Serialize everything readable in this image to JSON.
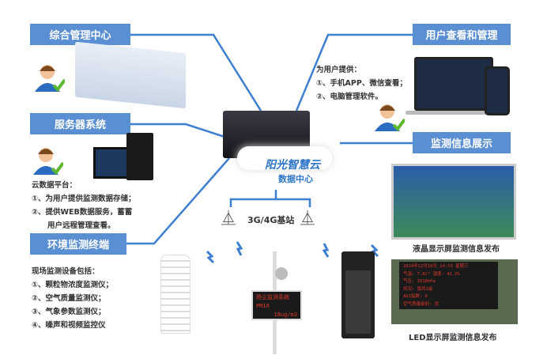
{
  "center": {
    "brand": "阳光智慧云",
    "subtitle": "数据中心",
    "base_station": "3G/4G基站"
  },
  "sections": {
    "management": {
      "title": "综合管理中心"
    },
    "server": {
      "title": "服务器系统",
      "intro": "云数据平台：",
      "items": [
        "①、为用户提供监测数据存储；",
        "②、提供WEB数据服务，蓄蓄",
        "用户远程管理查看。"
      ]
    },
    "terminal": {
      "title": "环境监测终端",
      "intro": "现场监测设备包括：",
      "items": [
        "①、颗粒物浓度监测仪；",
        "②、空气质量监测仪；",
        "③、气象参数监测仪；",
        "④、噪声和视频监控仪"
      ]
    },
    "user": {
      "title": "用户查看和管理",
      "intro": "为用户提供：",
      "items": [
        "①、手机APP、微信查看；",
        "②、电脑管理软件。"
      ]
    },
    "display": {
      "title": "监测信息展示",
      "lcd_caption": "液晶显示屏监测信息发布",
      "led_caption": "LED显示屏监测信息发布"
    }
  },
  "dust_sign": {
    "lines": [
      "扬尘监测系统",
      "PM10",
      "18ug/m3"
    ]
  },
  "led_board": {
    "lines": [
      "2014年12月10日 14:53 星期三",
      "气温: 7.6C°  湿度: 42.2%",
      "气压: 1018hPa",
      "风况: 南风1级",
      "AQI指数: 0",
      "空气质量级别: 优"
    ]
  },
  "colors": {
    "header": "#5a8fd3",
    "line": "#3f7fd0"
  }
}
